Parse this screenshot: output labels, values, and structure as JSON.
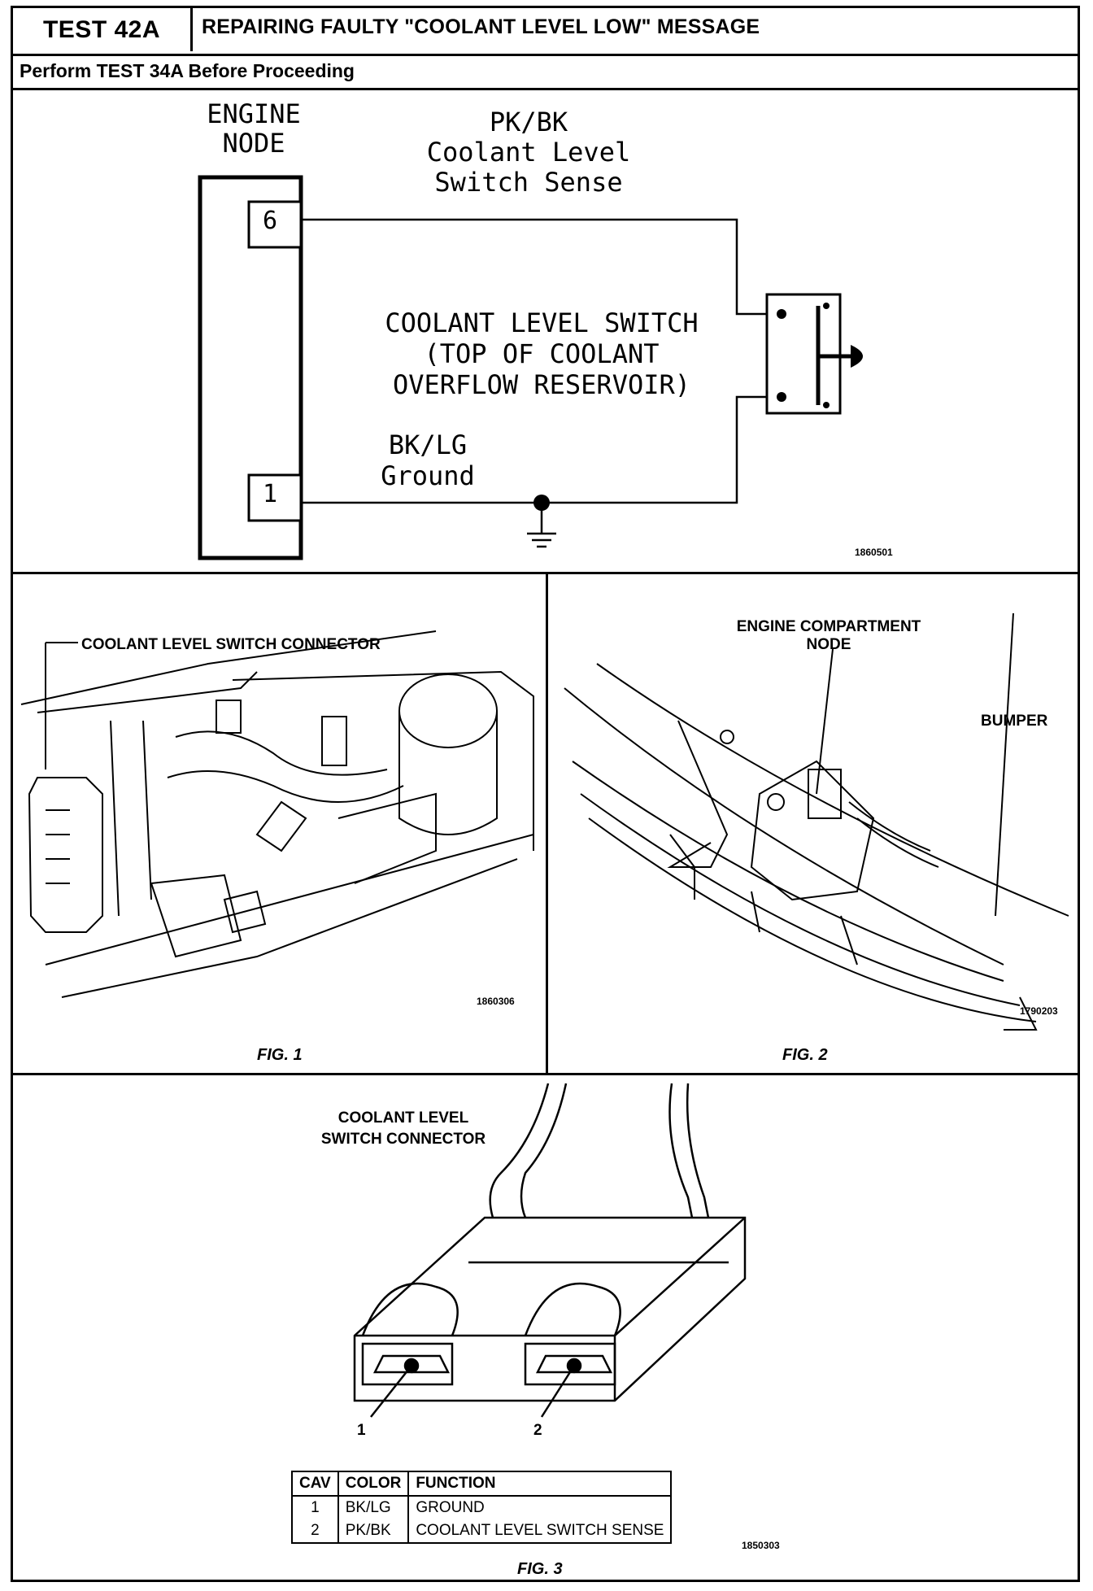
{
  "header": {
    "test_id": "TEST 42A",
    "title": "REPAIRING FAULTY \"COOLANT LEVEL LOW\" MESSAGE",
    "prerequisite": "Perform TEST 34A Before Proceeding"
  },
  "schematic": {
    "engine_node": [
      "ENGINE",
      "NODE"
    ],
    "pin_6": "6",
    "pin_1": "1",
    "wire_top": [
      "PK/BK",
      "Coolant Level",
      "Switch Sense"
    ],
    "switch_label": [
      "COOLANT LEVEL SWITCH",
      "(TOP OF COOLANT",
      "OVERFLOW RESERVOIR)"
    ],
    "wire_bottom": [
      "BK/LG",
      "Ground"
    ],
    "ref": "1860501"
  },
  "fig1": {
    "callout": "COOLANT LEVEL SWITCH CONNECTOR",
    "ref": "1860306",
    "caption": "FIG. 1"
  },
  "fig2": {
    "callout_node": [
      "ENGINE COMPARTMENT",
      "NODE"
    ],
    "callout_bumper": "BUMPER",
    "ref": "1790203",
    "caption": "FIG. 2"
  },
  "fig3": {
    "title": [
      "COOLANT LEVEL",
      "SWITCH CONNECTOR"
    ],
    "cavity_1": "1",
    "cavity_2": "2",
    "table": {
      "headers": [
        "CAV",
        "COLOR",
        "FUNCTION"
      ],
      "rows": [
        [
          "1",
          "BK/LG",
          "GROUND"
        ],
        [
          "2",
          "PK/BK",
          "COOLANT LEVEL SWITCH SENSE"
        ]
      ]
    },
    "ref": "1850303",
    "caption": "FIG. 3"
  }
}
